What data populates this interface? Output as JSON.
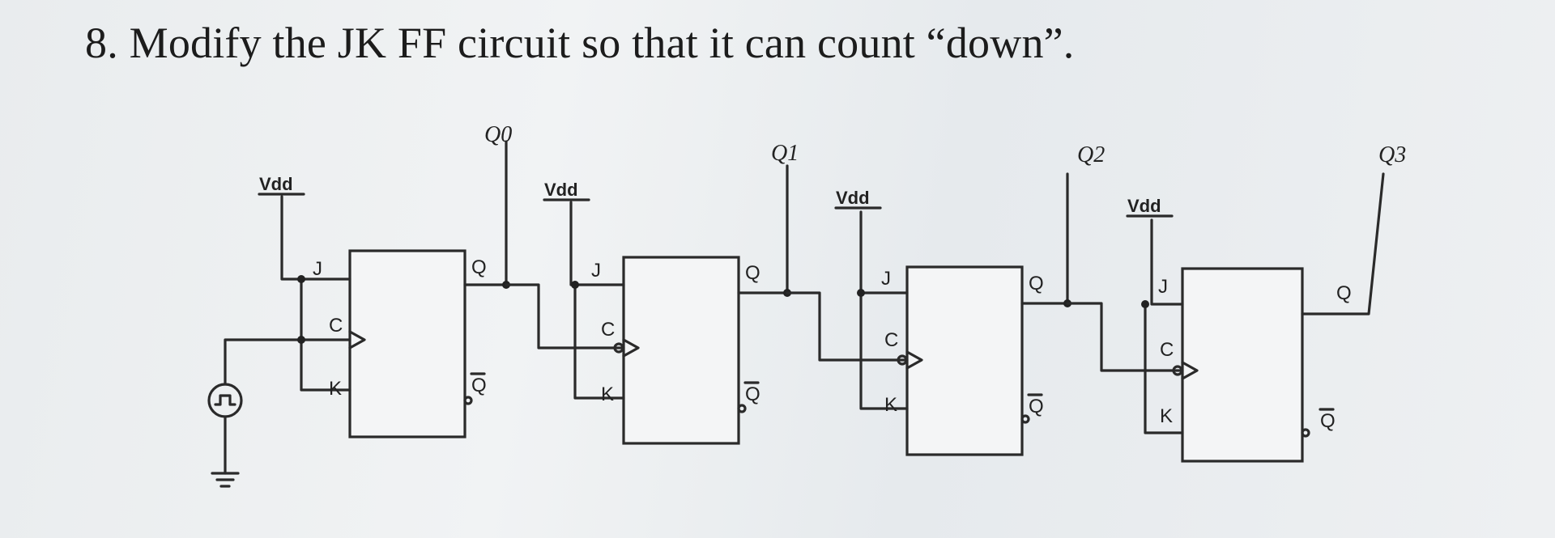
{
  "question": "8. Modify the JK FF circuit so that it can count “down”.",
  "pins": {
    "j": "J",
    "c": "C",
    "k": "K",
    "q": "Q",
    "qbar": "Q"
  },
  "supply_label": "Vdd",
  "outputs": [
    "Q0",
    "Q1",
    "Q2",
    "Q3"
  ],
  "clock_icon": "clock-source-icon",
  "ground_icon": "ground-icon"
}
